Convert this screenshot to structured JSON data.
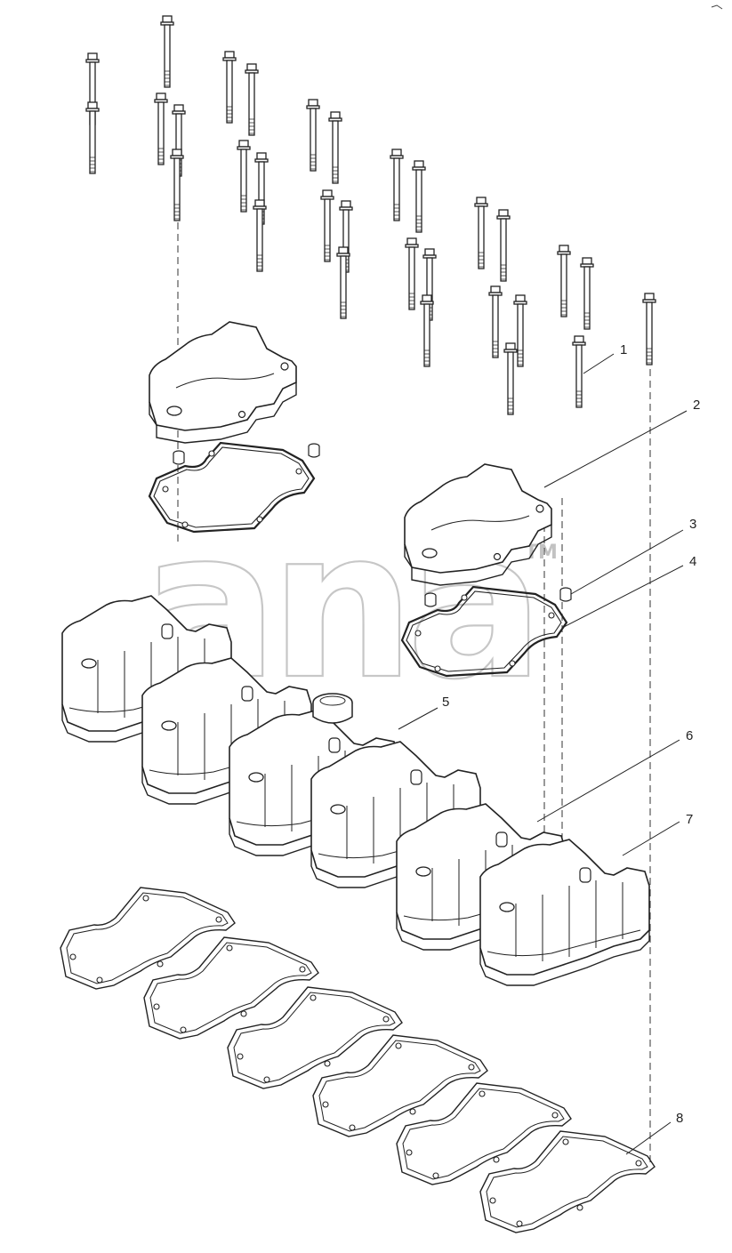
{
  "diagram": {
    "callouts": [
      "1",
      "2",
      "3",
      "4",
      "5",
      "6",
      "7",
      "8"
    ]
  },
  "watermark": {
    "text": "ana",
    "tm": "TM"
  },
  "colors": {
    "line": "#222222",
    "dash": "#333333",
    "watermark": "#9a9a9a",
    "background": "#ffffff"
  }
}
